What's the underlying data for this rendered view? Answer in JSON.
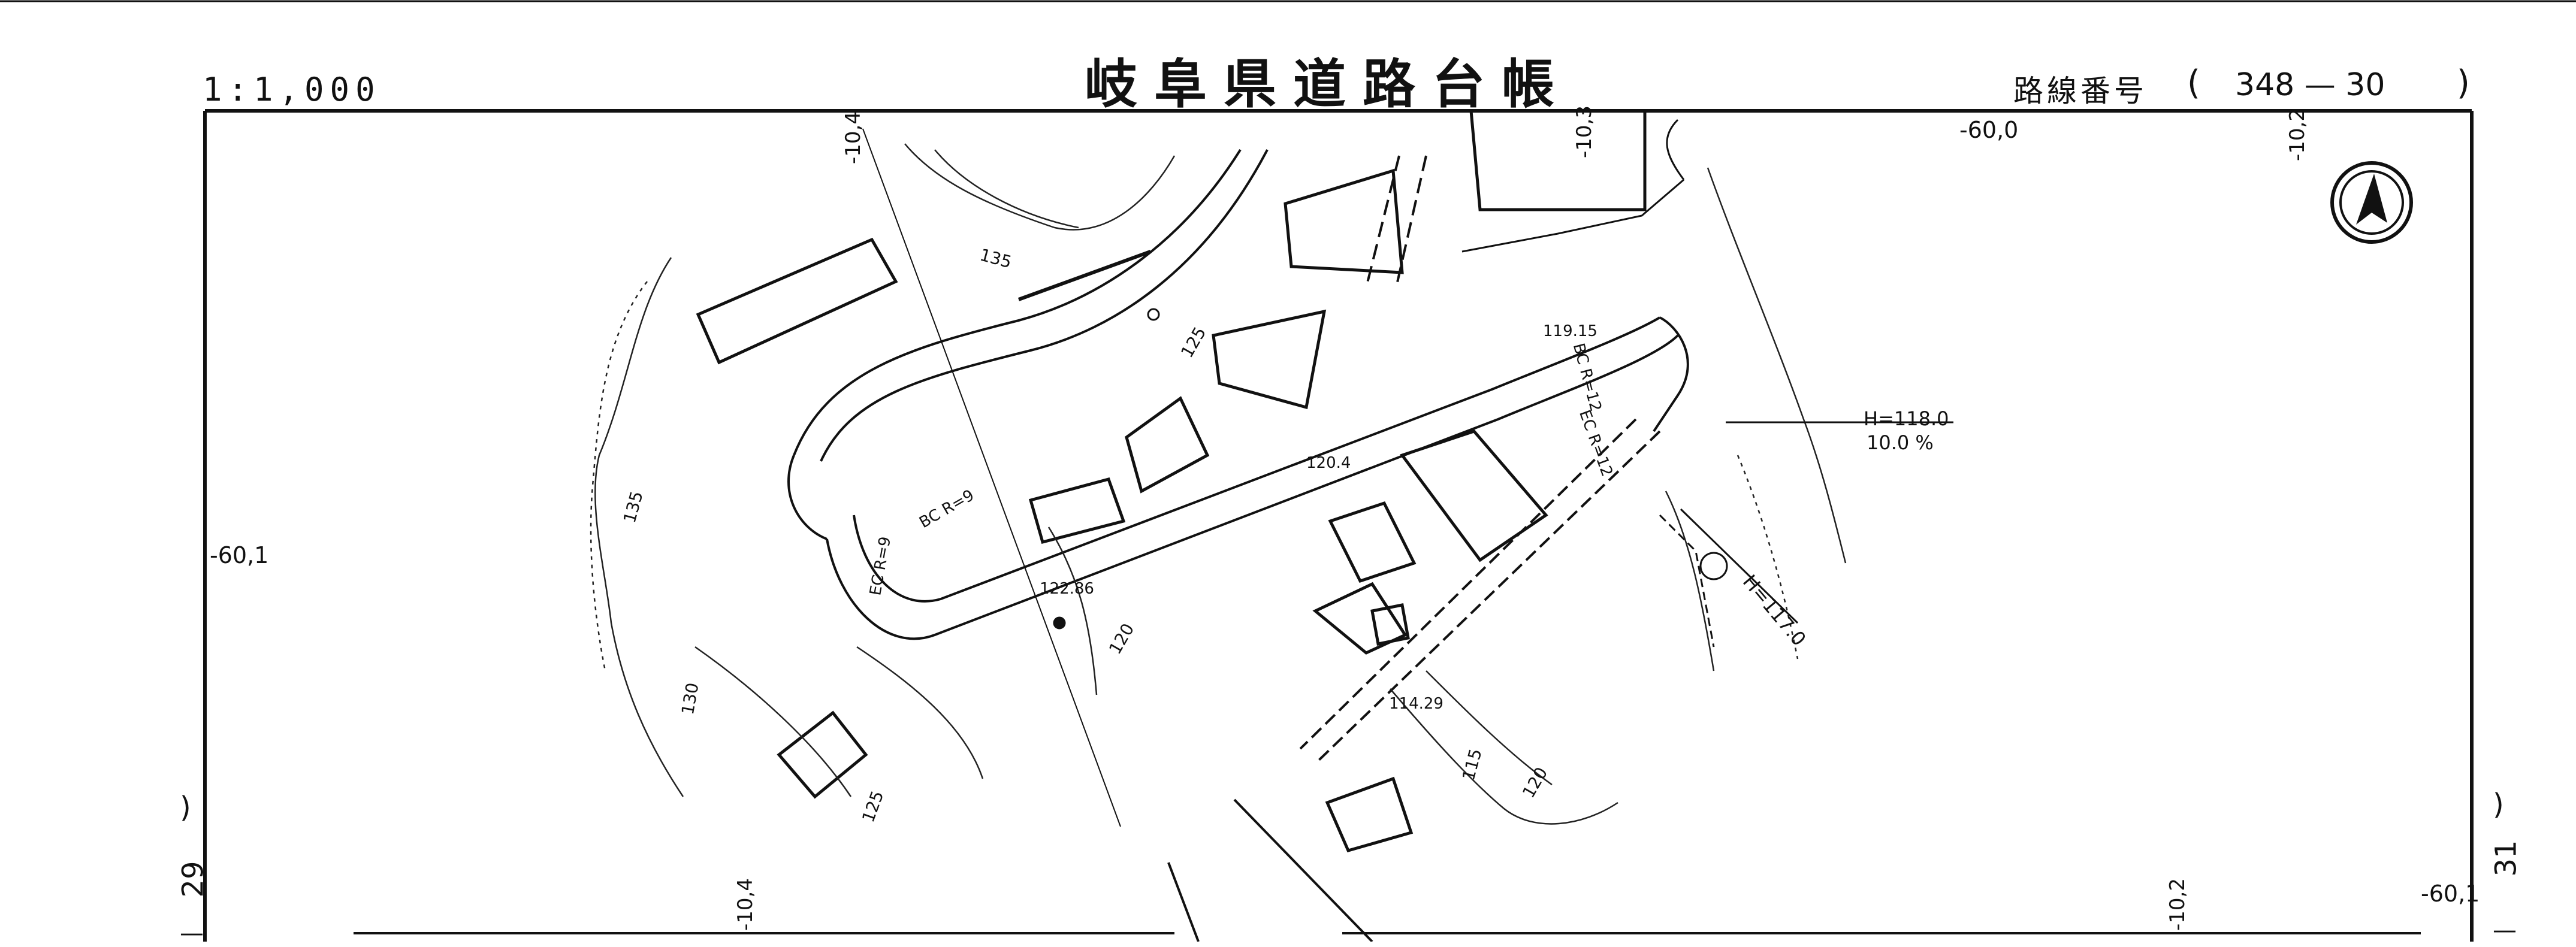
{
  "header": {
    "title": "岐阜県道路台帳",
    "scale": "1:1,000",
    "route_label": "路線番号",
    "route_open": "(",
    "route_number": "348 — 30",
    "route_close": ")"
  },
  "sheet_refs": {
    "left": "29",
    "right": "31"
  },
  "coordinate_ticks": {
    "top_left": "-10,4",
    "top_mid": "-10,3",
    "top_right_a": "-60,0",
    "top_right_b": "-10,2",
    "left": "-60,1",
    "right": "-60,1",
    "bottom_left": "-10,4",
    "bottom_right": "-10,2"
  },
  "contours": {
    "c135_top": "135",
    "c135_left": "135",
    "c130": "130",
    "c125_top": "125",
    "c125_bottom": "125",
    "c120_mid": "120",
    "c120_bottom": "120",
    "c115": "115"
  },
  "elevations": {
    "e1": "119.15",
    "e2": "120.4",
    "e3": "122.86",
    "e4": "114.29"
  },
  "curves": {
    "bc_r12": "BC R=12",
    "ec_r12": "EC R=12",
    "bc_r9": "BC R=9",
    "ec_r9": "EC R=9"
  },
  "gradients": {
    "h118": "H=118.0",
    "pct": "10.0 %",
    "h117": "H=117.0"
  },
  "north_arrow": "north-arrow"
}
